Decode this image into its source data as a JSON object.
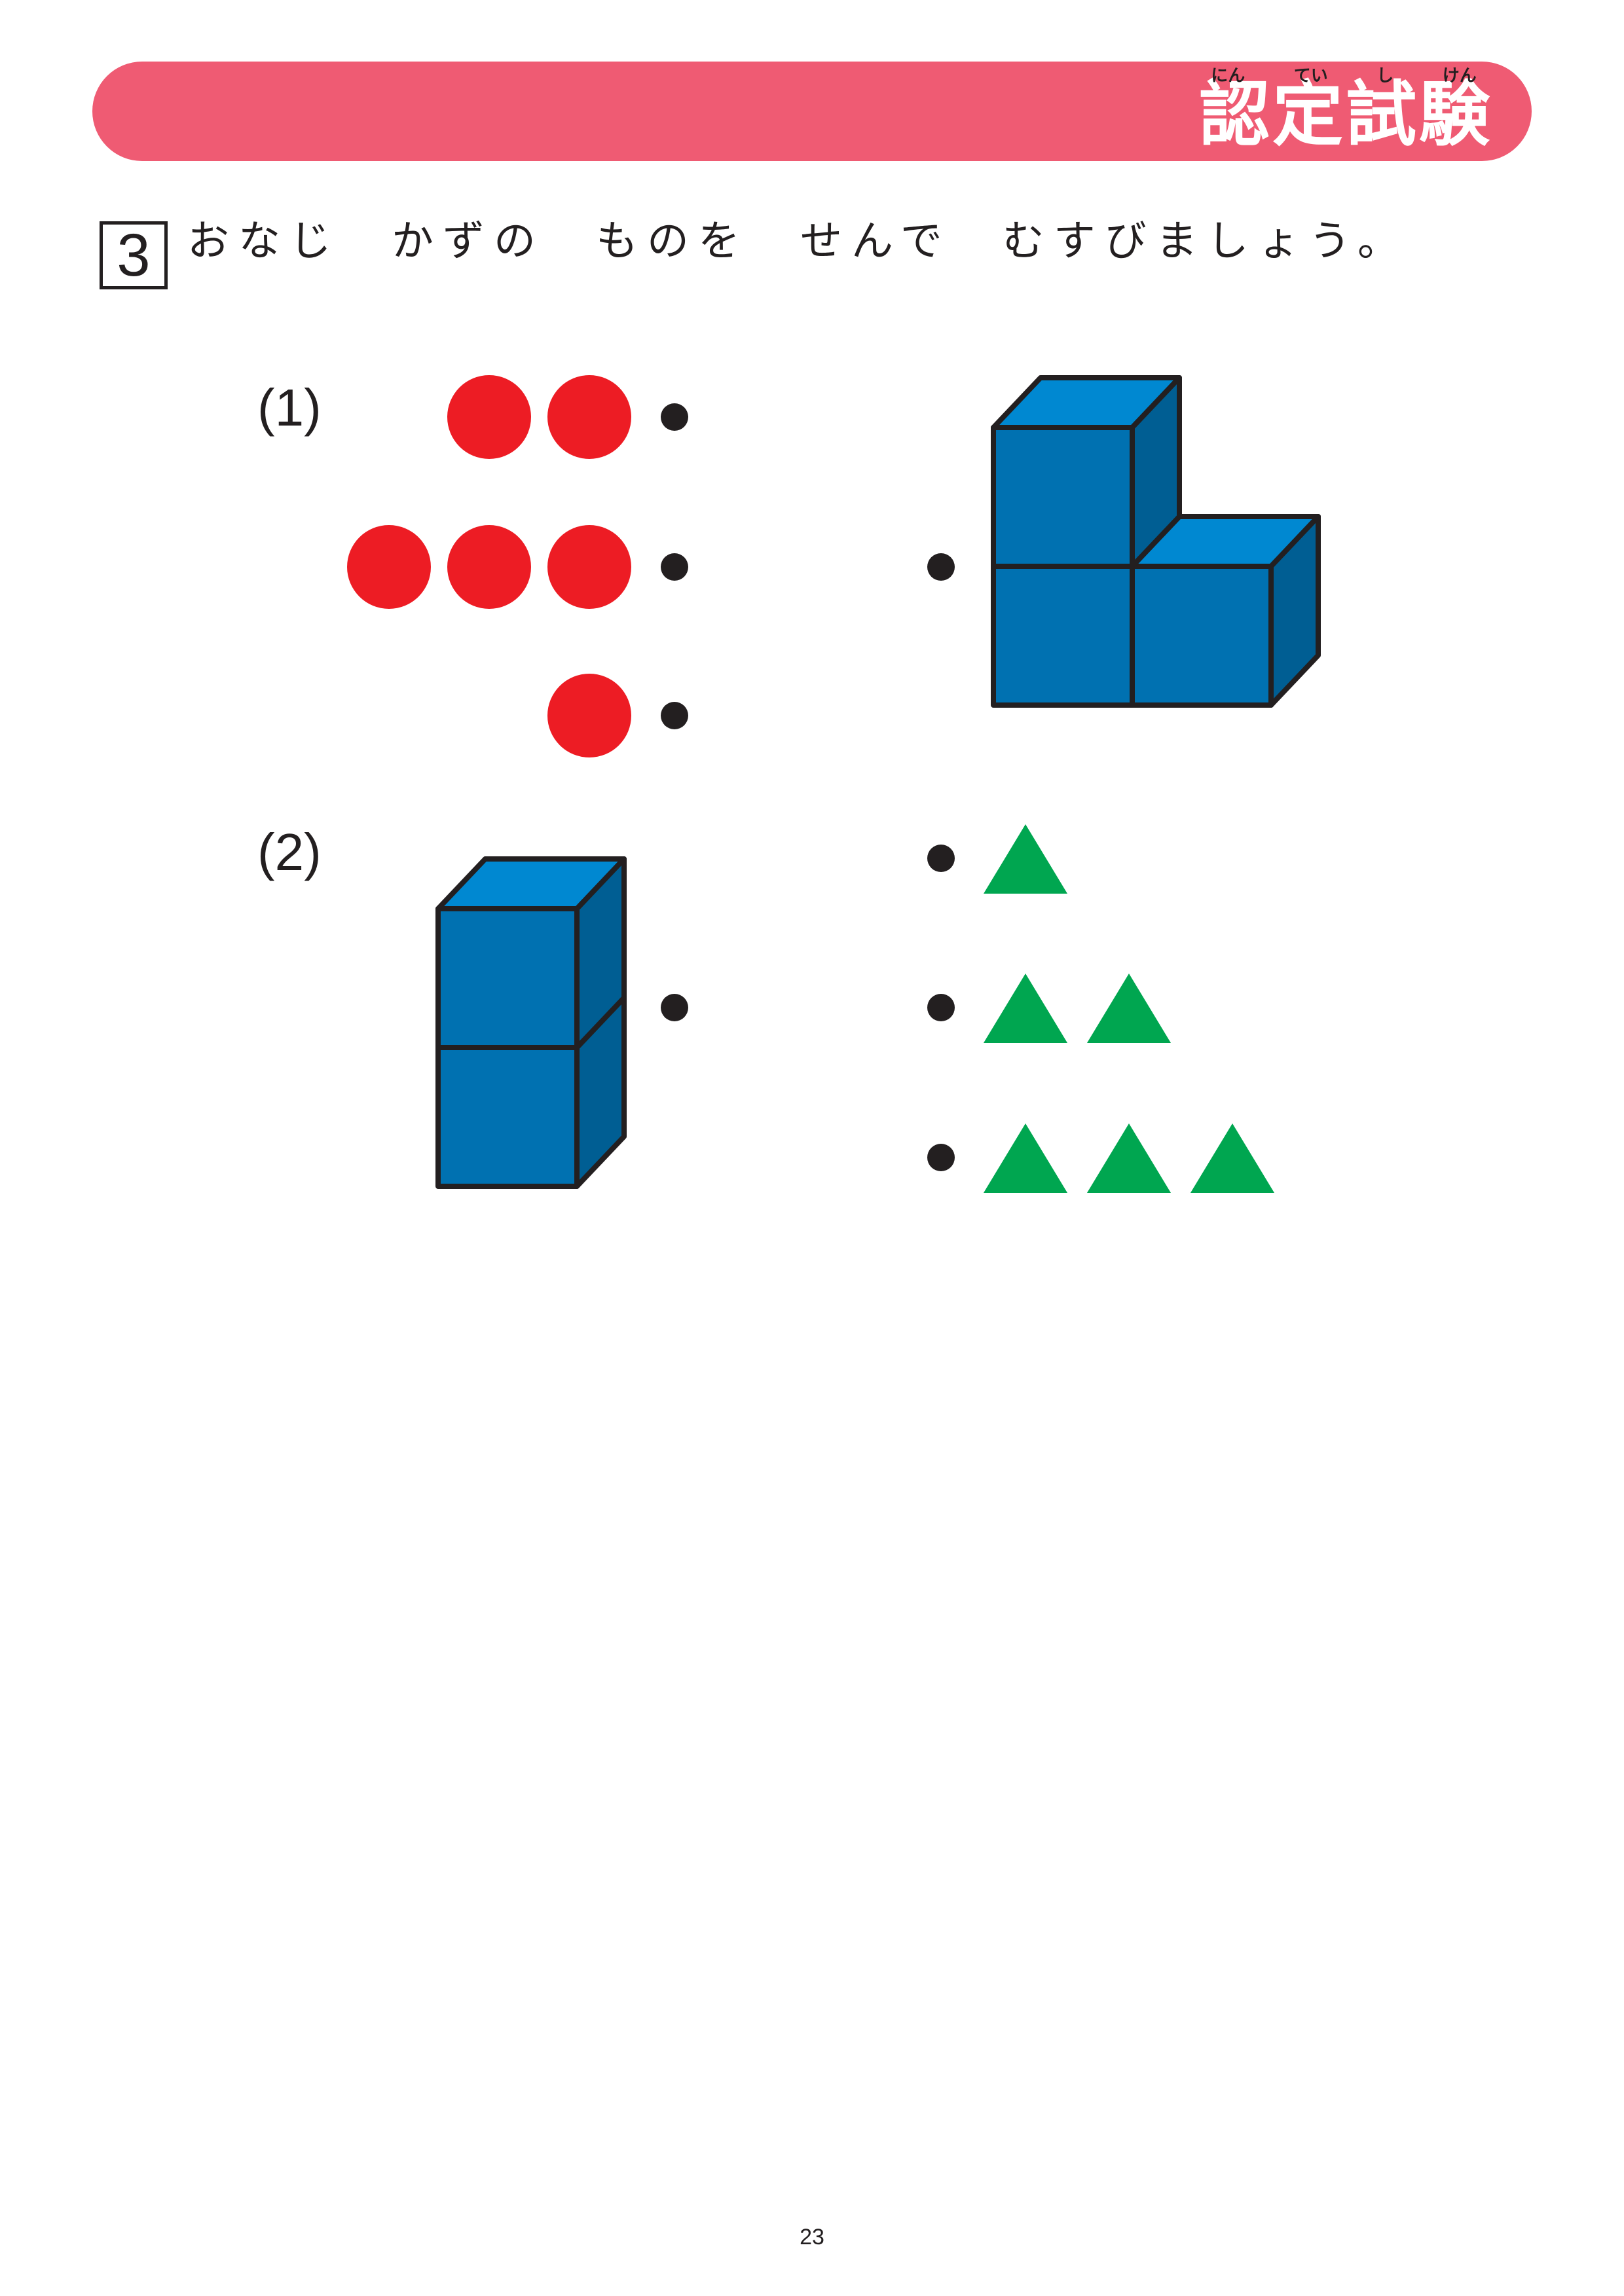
{
  "header": {
    "title": "認定試験",
    "ruby": [
      "にん",
      "てい",
      "し",
      "けん"
    ],
    "bar_color": "#ef5b73"
  },
  "question": {
    "number": "3",
    "instruction": "おなじ　かずの　ものを　せんで　むすびましょう。"
  },
  "problems": [
    {
      "label": "(1)",
      "left_items": [
        {
          "shape": "red-circle",
          "count": 2
        },
        {
          "shape": "red-circle",
          "count": 3
        },
        {
          "shape": "red-circle",
          "count": 1
        }
      ],
      "right_items": [
        {
          "shape": "blue-cube",
          "count": 3
        }
      ]
    },
    {
      "label": "(2)",
      "left_items": [
        {
          "shape": "blue-cube",
          "count": 2
        }
      ],
      "right_items": [
        {
          "shape": "green-triangle",
          "count": 1
        },
        {
          "shape": "green-triangle",
          "count": 2
        },
        {
          "shape": "green-triangle",
          "count": 3
        }
      ]
    }
  ],
  "colors": {
    "circle": "#ed1c24",
    "cube_front": "#0071b1",
    "cube_top": "#0088d1",
    "cube_side": "#005e93",
    "outline": "#231f20",
    "triangle": "#00a650",
    "dot": "#231f20"
  },
  "page_number": "23"
}
